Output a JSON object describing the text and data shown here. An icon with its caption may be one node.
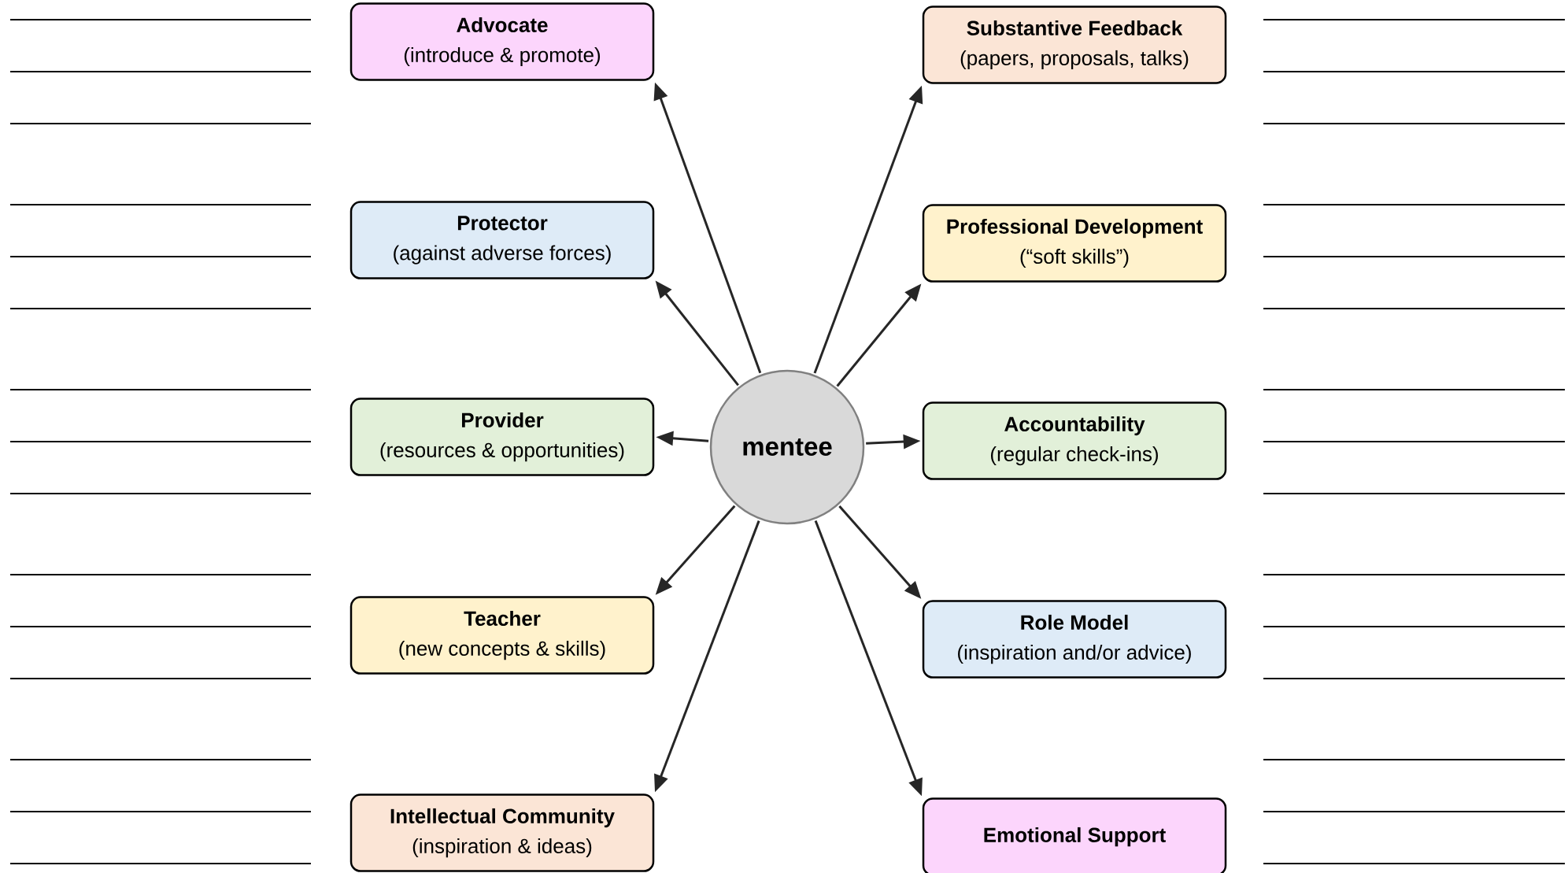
{
  "diagram": {
    "nodes": [
      {
        "text": [
          "Advocate",
          "(introduce & promote)"
        ]
      },
      {
        "text": [
          "Substantive Feedback",
          "(papers, proposals, talks)"
        ]
      },
      {
        "text": [
          "Protector",
          "(against adverse forces)"
        ]
      },
      {
        "text": [
          "Professional Development",
          "(“soft skills”)"
        ]
      },
      {
        "text": [
          "Provider",
          "(resources & opportunities)"
        ]
      },
      {
        "text": [
          "mentee"
        ]
      },
      {
        "text": [
          "Accountability",
          "(regular check-ins)"
        ]
      },
      {
        "text": [
          "Teacher",
          "(new concepts & skills)"
        ]
      },
      {
        "text": [
          "Role Model",
          "(inspiration and/or advice)"
        ]
      },
      {
        "text": [
          "Intellectual Community",
          "(inspiration & ideas)"
        ]
      },
      {
        "text": [
          "Emotional Support"
        ]
      }
    ],
    "edges": [
      {
        "from": 5,
        "to": 0,
        "arrow": "to"
      },
      {
        "from": 5,
        "to": 1,
        "arrow": "to"
      },
      {
        "from": 5,
        "to": 2,
        "arrow": "to"
      },
      {
        "from": 5,
        "to": 3,
        "arrow": "to"
      },
      {
        "from": 5,
        "to": 4,
        "arrow": "to"
      },
      {
        "from": 5,
        "to": 6,
        "arrow": "to"
      },
      {
        "from": 5,
        "to": 7,
        "arrow": "to"
      },
      {
        "from": 5,
        "to": 8,
        "arrow": "to"
      },
      {
        "from": 5,
        "to": 9,
        "arrow": "to"
      },
      {
        "from": 5,
        "to": 10,
        "arrow": "to"
      }
    ]
  }
}
